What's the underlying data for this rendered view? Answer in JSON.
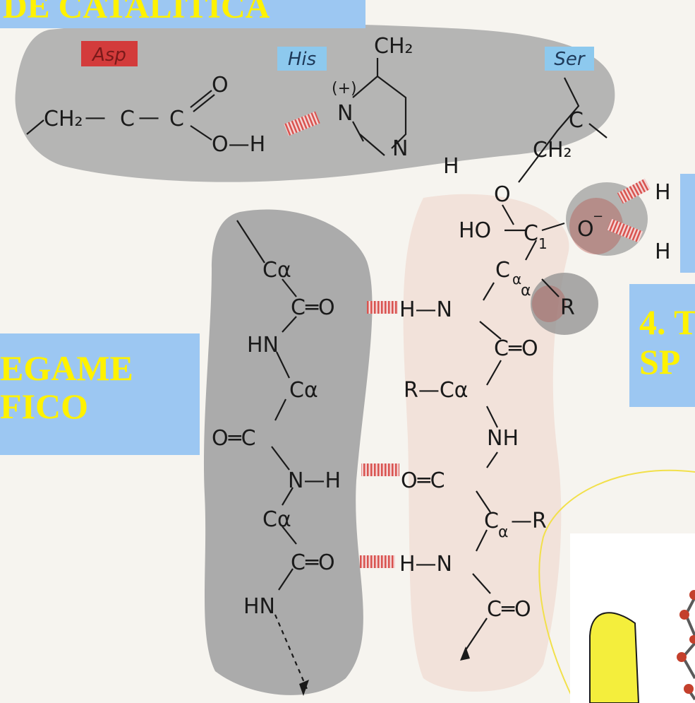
{
  "banners": {
    "top": "DE CATALITICA",
    "left_line1": "EGAME",
    "left_line2": "FICO",
    "right_line1": "4. T",
    "right_line2": "SP"
  },
  "residues": {
    "asp": "Asp",
    "his": "His",
    "ser": "Ser"
  },
  "atoms": [
    {
      "id": "ch2-his",
      "text": "CH₂"
    },
    {
      "id": "ch2-asp",
      "text": "CH₂"
    },
    {
      "id": "dash-1",
      "text": "—"
    },
    {
      "id": "c-asp1",
      "text": "C"
    },
    {
      "id": "dash-2",
      "text": "—"
    },
    {
      "id": "c-asp2",
      "text": "C"
    },
    {
      "id": "o-asp",
      "text": "O"
    },
    {
      "id": "oh-asp",
      "text": "O—H"
    },
    {
      "id": "plus",
      "text": "(+)"
    },
    {
      "id": "n-his",
      "text": "N"
    },
    {
      "id": "n-his2",
      "text": "N"
    },
    {
      "id": "h-his",
      "text": "H"
    },
    {
      "id": "c-ser",
      "text": "C"
    },
    {
      "id": "ch2-ser",
      "text": "CH₂"
    },
    {
      "id": "o-ser",
      "text": "O"
    },
    {
      "id": "ho",
      "text": "HO"
    },
    {
      "id": "c1",
      "text": "C"
    },
    {
      "id": "c1-sub",
      "text": "1"
    },
    {
      "id": "o-minus",
      "text": "O"
    },
    {
      "id": "minus",
      "text": "−"
    },
    {
      "id": "h-oxy1",
      "text": "H"
    },
    {
      "id": "h-oxy2",
      "text": "H"
    },
    {
      "id": "calpha-sub",
      "text": "C"
    },
    {
      "id": "alpha-sub",
      "text": "α"
    },
    {
      "id": "alpha-sub2",
      "text": "α"
    },
    {
      "id": "r-sub",
      "text": "R"
    },
    {
      "id": "ca-l1",
      "text": "Cα"
    },
    {
      "id": "co-l1",
      "text": "C═O"
    },
    {
      "id": "hn-r1",
      "text": "H—N"
    },
    {
      "id": "hn-l1",
      "text": "HN"
    },
    {
      "id": "co-r1",
      "text": "C═O"
    },
    {
      "id": "ca-l2",
      "text": "Cα"
    },
    {
      "id": "r-ca-r1",
      "text": "R—Cα"
    },
    {
      "id": "oc-l2",
      "text": "O═C"
    },
    {
      "id": "nh-r2",
      "text": "NH"
    },
    {
      "id": "nh-l2",
      "text": "N—H"
    },
    {
      "id": "oc-r2",
      "text": "O═C"
    },
    {
      "id": "ca-l3",
      "text": "Cα"
    },
    {
      "id": "ca-r-r3",
      "text": "C"
    },
    {
      "id": "ca-r3-alpha",
      "text": "α"
    },
    {
      "id": "ca-r3-r",
      "text": "—R"
    },
    {
      "id": "co-l3",
      "text": "C═O"
    },
    {
      "id": "hn-r3",
      "text": "H—N"
    },
    {
      "id": "hn-l4",
      "text": "HN"
    },
    {
      "id": "co-r4",
      "text": "C═O"
    }
  ]
}
